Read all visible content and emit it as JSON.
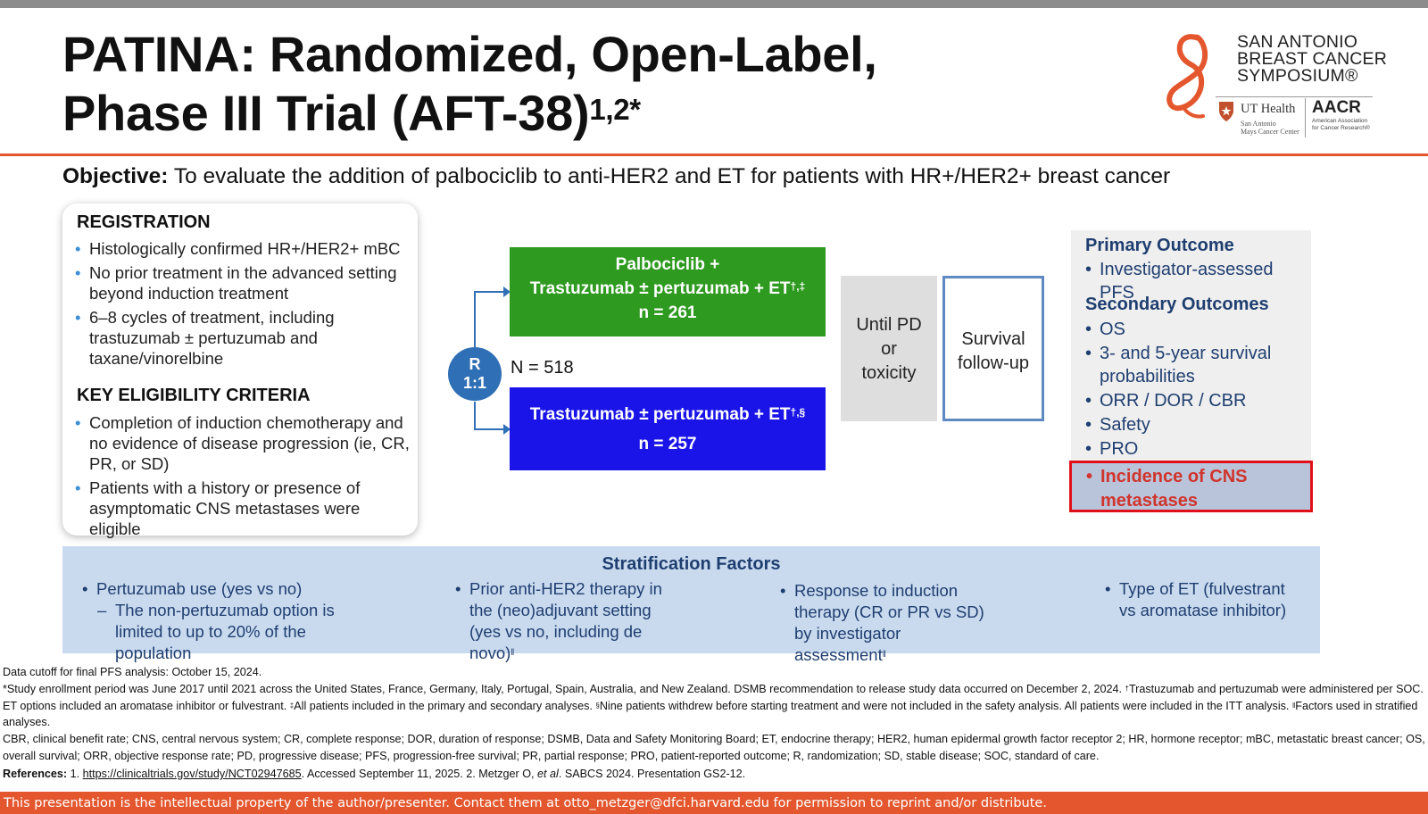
{
  "title": {
    "line1": "PATINA: Randomized, Open-Label,",
    "line2": "Phase III Trial (AFT-38)",
    "refs": "1,2*"
  },
  "logos": {
    "sabcs": [
      "SAN ANTONIO",
      "BREAST CANCER",
      "SYMPOSIUM®"
    ],
    "ut_health": "UT Health",
    "ut_sub1": "San Antonio",
    "ut_sub2": "Mays Cancer Center",
    "aacr": "AACR",
    "aacr_sub1": "American Association",
    "aacr_sub2": "for Cancer Research®"
  },
  "objective": {
    "label": "Objective:",
    "text": " To evaluate the addition of palbociclib to anti-HER2 and ET for patients with HR+/HER2+ breast cancer"
  },
  "registration": {
    "heading": "REGISTRATION",
    "items": [
      "Histologically confirmed HR+/HER2+ mBC",
      "No prior treatment in the advanced setting beyond induction treatment",
      "6–8 cycles of treatment, including trastuzumab ± pertuzumab and taxane/vinorelbine"
    ]
  },
  "eligibility": {
    "heading": "KEY ELIGIBILITY CRITERIA",
    "items": [
      "Completion of induction chemotherapy and no evidence of disease progression (ie, CR, PR, or SD)",
      "Patients with a history or presence of asymptomatic CNS metastases were eligible"
    ]
  },
  "flow": {
    "randomization_line1": "R",
    "randomization_line2": "1:1",
    "n_total": "N = 518",
    "arm1_line1": "Palbociclib +",
    "arm1_line2": "Trastuzumab ± pertuzumab + ET",
    "arm1_marks": "†,‡",
    "arm1_n": "n = 261",
    "arm2_line1": "Trastuzumab ± pertuzumab + ET",
    "arm2_marks": "†,§",
    "arm2_n": "n = 257",
    "until_line1": "Until PD",
    "until_line2": "or",
    "until_line3": "toxicity",
    "survival_line1": "Survival",
    "survival_line2": "follow-up"
  },
  "outcomes": {
    "primary_heading": "Primary Outcome",
    "primary_items": [
      "Investigator-assessed PFS"
    ],
    "secondary_heading": "Secondary Outcomes",
    "secondary_items": [
      "OS",
      "3- and 5-year survival probabilities",
      "ORR / DOR / CBR",
      "Safety",
      "PRO"
    ],
    "highlighted_item": "Incidence of CNS metastases"
  },
  "stratification": {
    "title": "Stratification Factors",
    "col1_item": "Pertuzumab use (yes vs no)",
    "col1_sub": "The non-pertuzumab option is limited to up to 20% of the population",
    "col2_item": "Prior anti-HER2 therapy in the (neo)adjuvant setting (yes vs no, including de novo)",
    "col2_mark": "‖",
    "col3_item": "Response to induction therapy (CR or PR vs SD) by investigator assessment",
    "col3_mark": "‖",
    "col4_item": "Type of ET (fulvestrant vs aromatase inhibitor)"
  },
  "footnotes": {
    "cutoff": "Data cutoff for final PFS analysis: October 15, 2024.",
    "star_a": "*Study enrollment period was June 2017 until 2021 across the United States, France, Germany, Italy, Portugal, Spain, Australia, and New Zealand. DSMB recommendation to release study data occurred on December 2, 2024. ",
    "dagger": "†",
    "star_b": "Trastuzumab and pertuzumab were administered per SOC. ET options included an aromatase inhibitor or fulvestrant. ",
    "ddagger": "‡",
    "star_c": "All patients included in the primary and secondary analyses. ",
    "section": "§",
    "star_d": "Nine patients withdrew before starting treatment and were not included in the safety analysis. All patients were included in the ITT analysis. ",
    "pipe": "‖",
    "star_e": "Factors used in stratified analyses.",
    "abbreviations": "CBR, clinical benefit rate; CNS, central nervous system; CR, complete response; DOR, duration of response; DSMB, Data and Safety Monitoring Board; ET, endocrine therapy; HER2, human epidermal growth factor receptor 2; HR, hormone receptor; mBC, metastatic breast cancer; OS, overall survival; ORR, objective response rate; PD, progressive disease; PFS, progression-free survival; PR, partial response; PRO, patient-reported outcome; R, randomization; SD, stable disease; SOC, standard of care.",
    "references_label": "References:",
    "ref1_prefix": " 1. ",
    "ref1_link": "https://clinicaltrials.gov/study/NCT02947685",
    "ref1_suffix": ". Accessed September 11, 2025. 2. Metzger O, ",
    "ref2_etal": "et al",
    "ref2_suffix": ". SABCS 2024. Presentation GS2-12."
  },
  "bottom_notice": "This presentation is the intellectual property of the author/presenter. Contact them at otto_metzger@dfci.harvard.edu for permission to reprint and/or distribute.",
  "colors": {
    "accent_orange": "#e4572e",
    "arm1_green": "#2e9a1f",
    "arm2_blue": "#1a14e8",
    "randomization_blue": "#2f6fb5",
    "outcome_navy": "#1f3e70",
    "highlight_red": "#e0101a",
    "strat_bg": "#c9daee"
  }
}
